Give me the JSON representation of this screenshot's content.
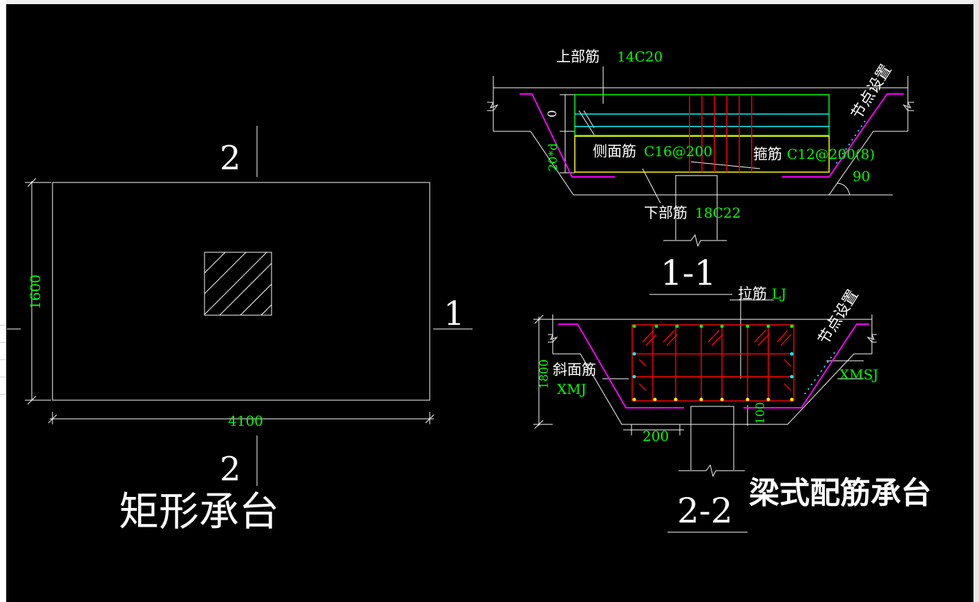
{
  "colors": {
    "background": "#000000",
    "outline": "#ffffff",
    "dimension_text": "#00ff00",
    "rebar_red": "#ff0000",
    "rebar_magenta": "#ff00ff",
    "rebar_green": "#00ff00",
    "rebar_cyan": "#00ffff",
    "rebar_yellow": "#ffff00"
  },
  "plan": {
    "section_mark_top": "2",
    "section_mark_bottom": "2",
    "section_mark_right": "1",
    "dim_height": "1600",
    "dim_width": "4100",
    "title": "矩形承台"
  },
  "section_1_1": {
    "top_bar_label": "上部筋",
    "top_bar_value": "14C20",
    "node_label": "节点设置",
    "dim_zero": "0",
    "dim_20d": "20*d",
    "side_bar_label": "侧面筋",
    "side_bar_value": "C16@200",
    "stirrup_label": "箍筋",
    "stirrup_value": "C12@200(8)",
    "angle": "90",
    "bottom_bar_label": "下部筋",
    "bottom_bar_value": "18C22",
    "section_name": "1-1"
  },
  "section_2_2": {
    "tie_label": "拉筋",
    "tie_value": "LJ",
    "node_label": "节点设置",
    "dim_height": "1800",
    "slope_bar_label": "斜面筋",
    "slope_bar_value": "XMJ",
    "xmsj": "XMSJ",
    "dim_100": "100",
    "dim_200": "200",
    "section_name": "2-2",
    "title": "梁式配筋承台"
  }
}
